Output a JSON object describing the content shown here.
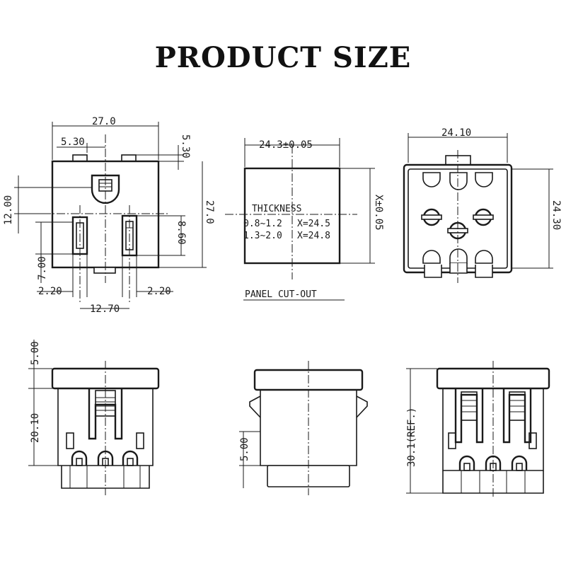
{
  "title": "PRODUCT SIZE",
  "front_view": {
    "width": "27.0",
    "top_offset": "5.30",
    "top_right": "5.30",
    "left_12": "12.00",
    "right_height": "27.0",
    "right_860": "8.60",
    "left_700": "7.00",
    "bottom_left_220": "2.20",
    "bottom_right_220": "2.20",
    "bottom_1270": "12.70"
  },
  "panel_cutout": {
    "width": "24.3±0.05",
    "height": "X±0.05",
    "thickness_label": "THICKNESS",
    "row1_range": "0.8~1.2",
    "row1_value": "X=24.5",
    "row2_range": "1.3~2.0",
    "row2_value": "X=24.8",
    "caption": "PANEL CUT-OUT"
  },
  "rear_view": {
    "width": "24.10",
    "height": "24.30"
  },
  "side_view_left": {
    "top": "5.00",
    "body": "20.10"
  },
  "side_view_middle": {
    "bottom": "5.00"
  },
  "side_view_right": {
    "height": "30.1(REF.)"
  }
}
